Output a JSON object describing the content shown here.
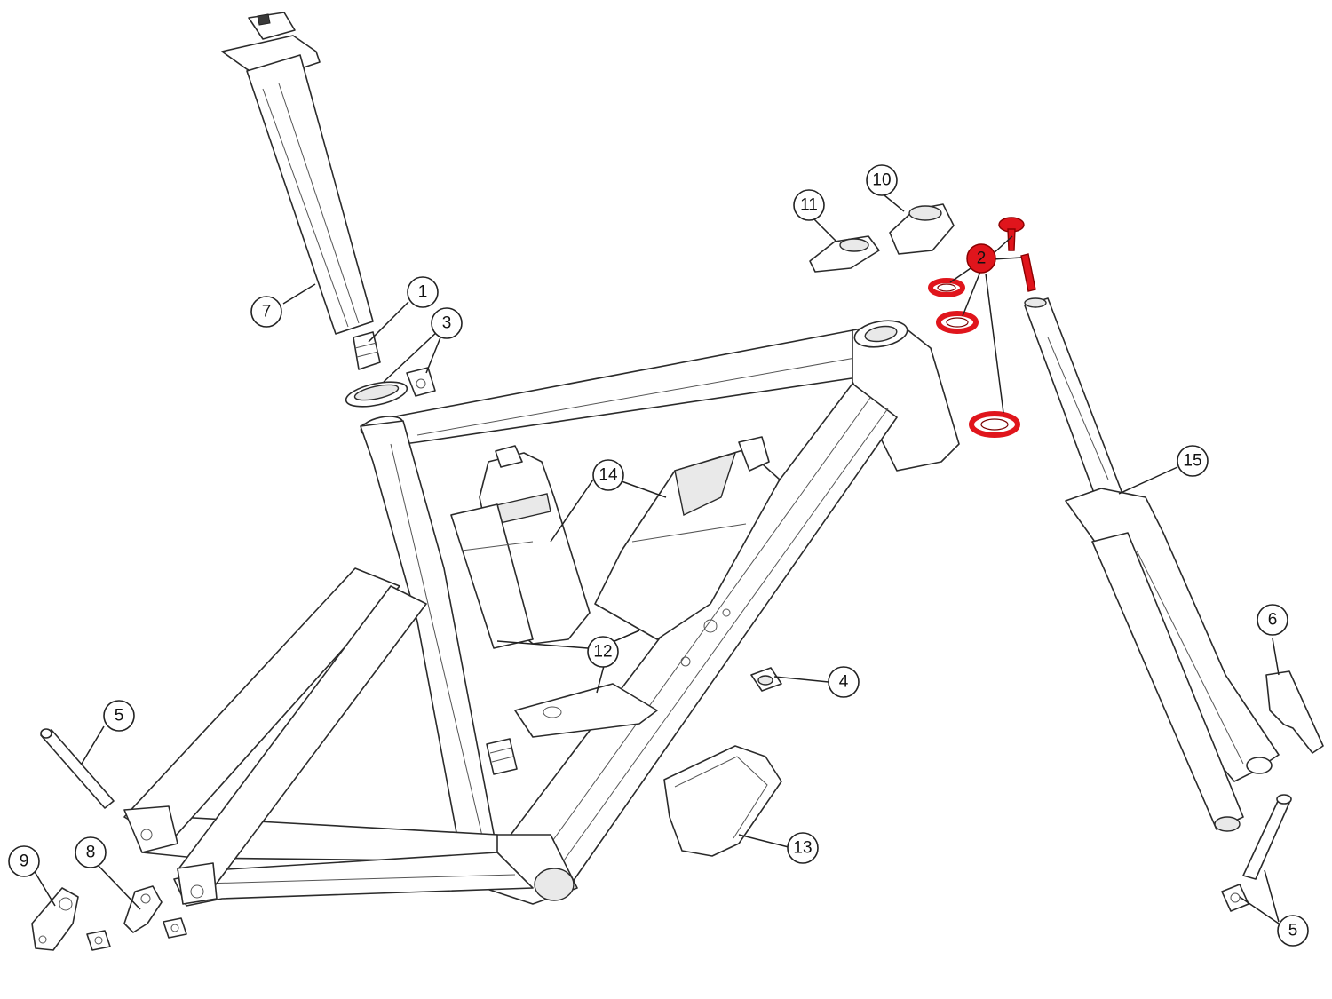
{
  "accent_color": "#e0151c",
  "callouts": [
    {
      "label": "1"
    },
    {
      "label": "2"
    },
    {
      "label": "3"
    },
    {
      "label": "4"
    },
    {
      "label": "5"
    },
    {
      "label": "5"
    },
    {
      "label": "6"
    },
    {
      "label": "7"
    },
    {
      "label": "8"
    },
    {
      "label": "9"
    },
    {
      "label": "10"
    },
    {
      "label": "11"
    },
    {
      "label": "12"
    },
    {
      "label": "13"
    },
    {
      "label": "14"
    },
    {
      "label": "15"
    }
  ]
}
